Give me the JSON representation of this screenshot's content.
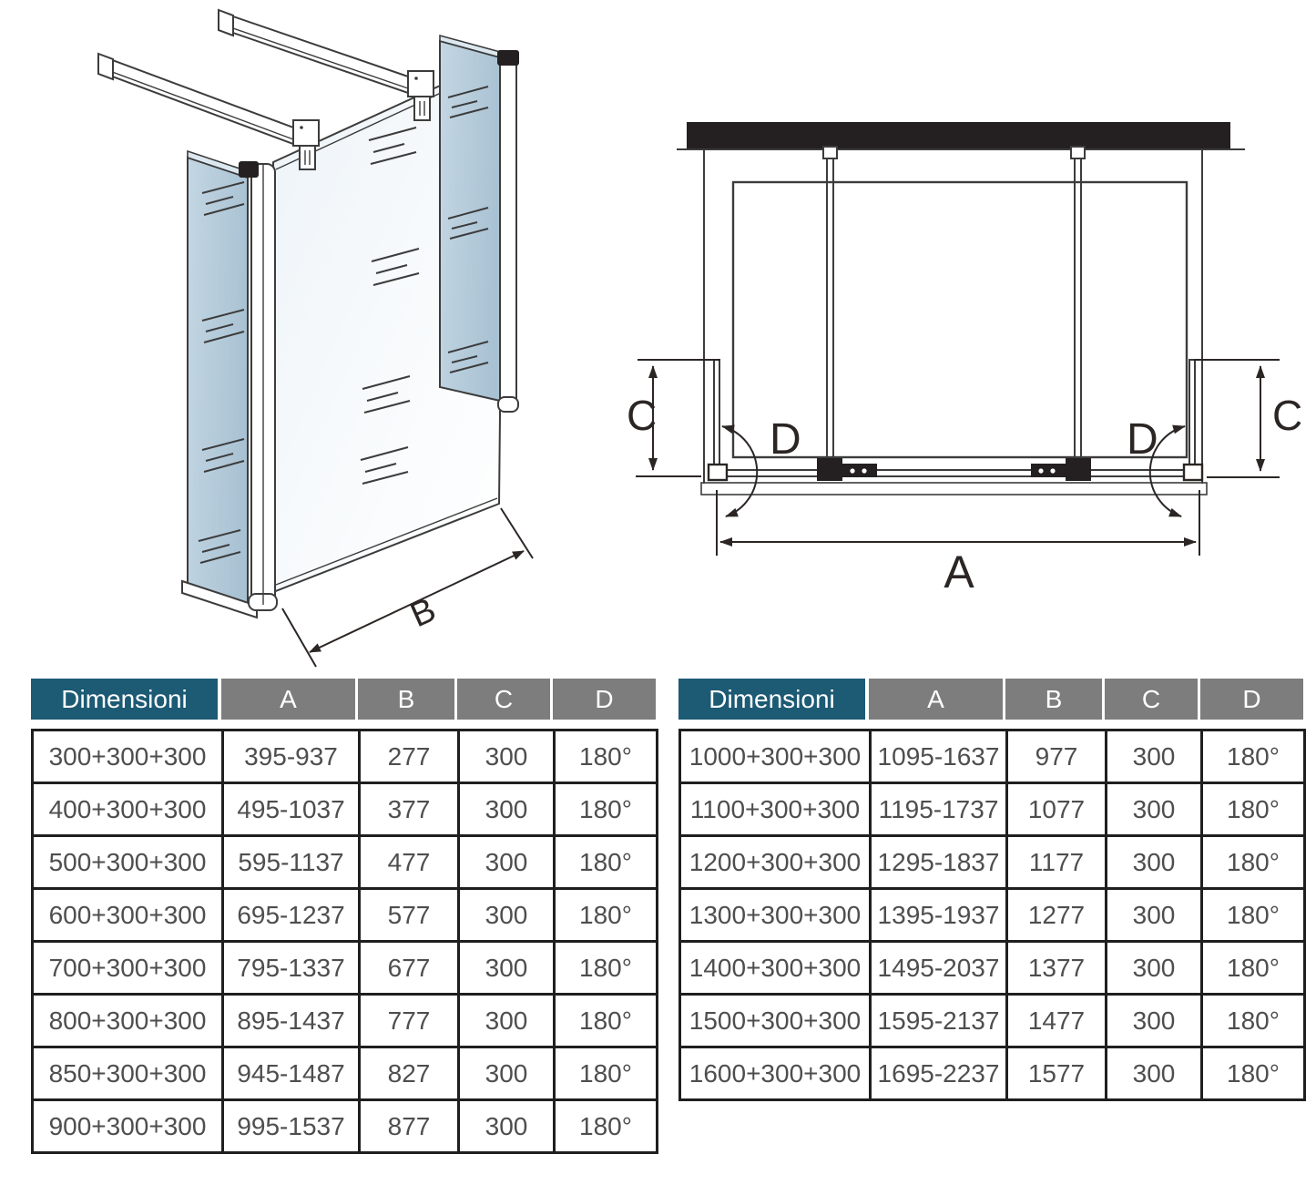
{
  "drawings": {
    "iso": {
      "description": "isometric technical drawing of walk-in shower: fixed central glass panel, two pivoting side panels, two wall support bars",
      "b_label": "B"
    },
    "plan": {
      "description": "top plan view with wall, support bars, fixed glass, two 180-degree pivoting side panels",
      "a_label": "A",
      "c_label_left": "C",
      "c_label_right": "C",
      "d_label_left": "D",
      "d_label_right": "D"
    }
  },
  "colors": {
    "header_first_bg": "#1d5a74",
    "header_bg": "#7d7d7d",
    "table_border": "#1f1f1f",
    "cell_text": "#4e4e4e",
    "glass_blue": "#b5cbdb",
    "outline": "#3c3c3c",
    "wall_black": "#242021"
  },
  "tables": {
    "headers": [
      "Dimensioni",
      "A",
      "B",
      "C",
      "D"
    ],
    "left": {
      "rows": [
        [
          "300+300+300",
          "395-937",
          "277",
          "300",
          "180°"
        ],
        [
          "400+300+300",
          "495-1037",
          "377",
          "300",
          "180°"
        ],
        [
          "500+300+300",
          "595-1137",
          "477",
          "300",
          "180°"
        ],
        [
          "600+300+300",
          "695-1237",
          "577",
          "300",
          "180°"
        ],
        [
          "700+300+300",
          "795-1337",
          "677",
          "300",
          "180°"
        ],
        [
          "800+300+300",
          "895-1437",
          "777",
          "300",
          "180°"
        ],
        [
          "850+300+300",
          "945-1487",
          "827",
          "300",
          "180°"
        ],
        [
          "900+300+300",
          "995-1537",
          "877",
          "300",
          "180°"
        ]
      ]
    },
    "right": {
      "rows": [
        [
          "1000+300+300",
          "1095-1637",
          "977",
          "300",
          "180°"
        ],
        [
          "1100+300+300",
          "1195-1737",
          "1077",
          "300",
          "180°"
        ],
        [
          "1200+300+300",
          "1295-1837",
          "1177",
          "300",
          "180°"
        ],
        [
          "1300+300+300",
          "1395-1937",
          "1277",
          "300",
          "180°"
        ],
        [
          "1400+300+300",
          "1495-2037",
          "1377",
          "300",
          "180°"
        ],
        [
          "1500+300+300",
          "1595-2137",
          "1477",
          "300",
          "180°"
        ],
        [
          "1600+300+300",
          "1695-2237",
          "1577",
          "300",
          "180°"
        ]
      ]
    }
  }
}
